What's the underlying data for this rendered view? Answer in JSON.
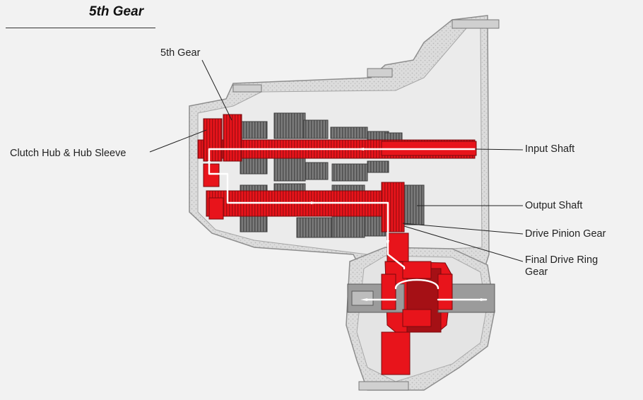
{
  "title": "5th Gear",
  "labels": {
    "fifth_gear": "5th Gear",
    "clutch_hub": "Clutch Hub & Hub Sleeve",
    "input_shaft": "Input Shaft",
    "output_shaft": "Output Shaft",
    "drive_pinion": "Drive Pinion Gear",
    "final_drive": "Final Drive Ring Gear"
  },
  "colors": {
    "background": "#f2f2f2",
    "power_path": "#e8141b",
    "gear_gray": "#6f6f6f",
    "case_gray": "#c9c9c9",
    "flow_arrow": "#ffffff"
  }
}
